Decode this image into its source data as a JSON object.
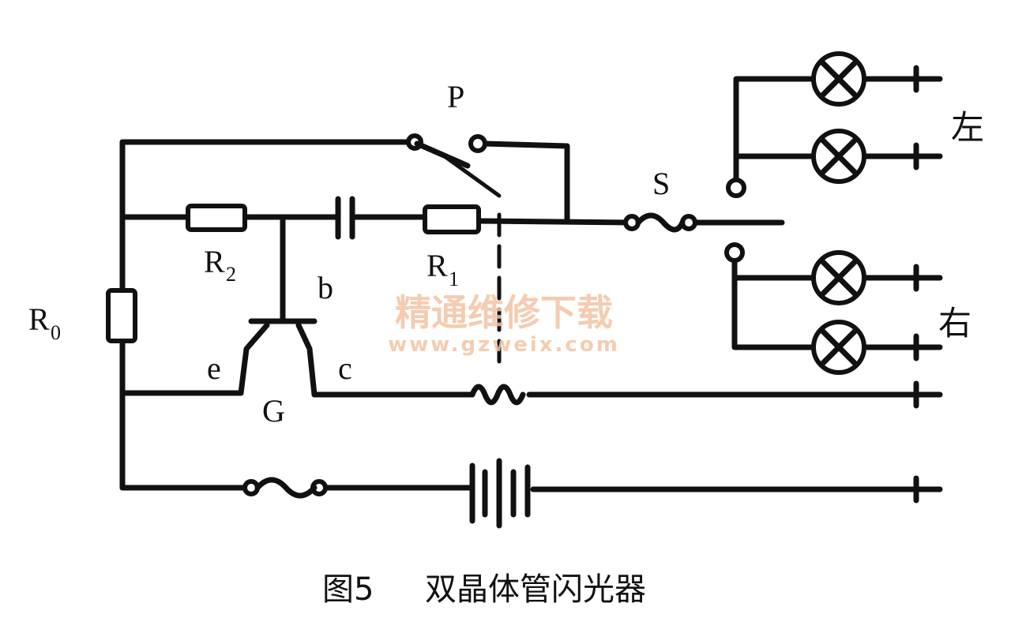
{
  "labels": {
    "P": "P",
    "S": "S",
    "R2": "R",
    "R2_sub": "2",
    "R1": "R",
    "R1_sub": "1",
    "R0": "R",
    "R0_sub": "0",
    "b": "b",
    "e": "e",
    "c": "c",
    "G": "G",
    "left": "左",
    "right": "右"
  },
  "watermark": {
    "text": "精通维修下载",
    "url": "www.gzweix.com"
  },
  "caption": {
    "figure": "图5",
    "title": "双晶体管闪光器"
  }
}
